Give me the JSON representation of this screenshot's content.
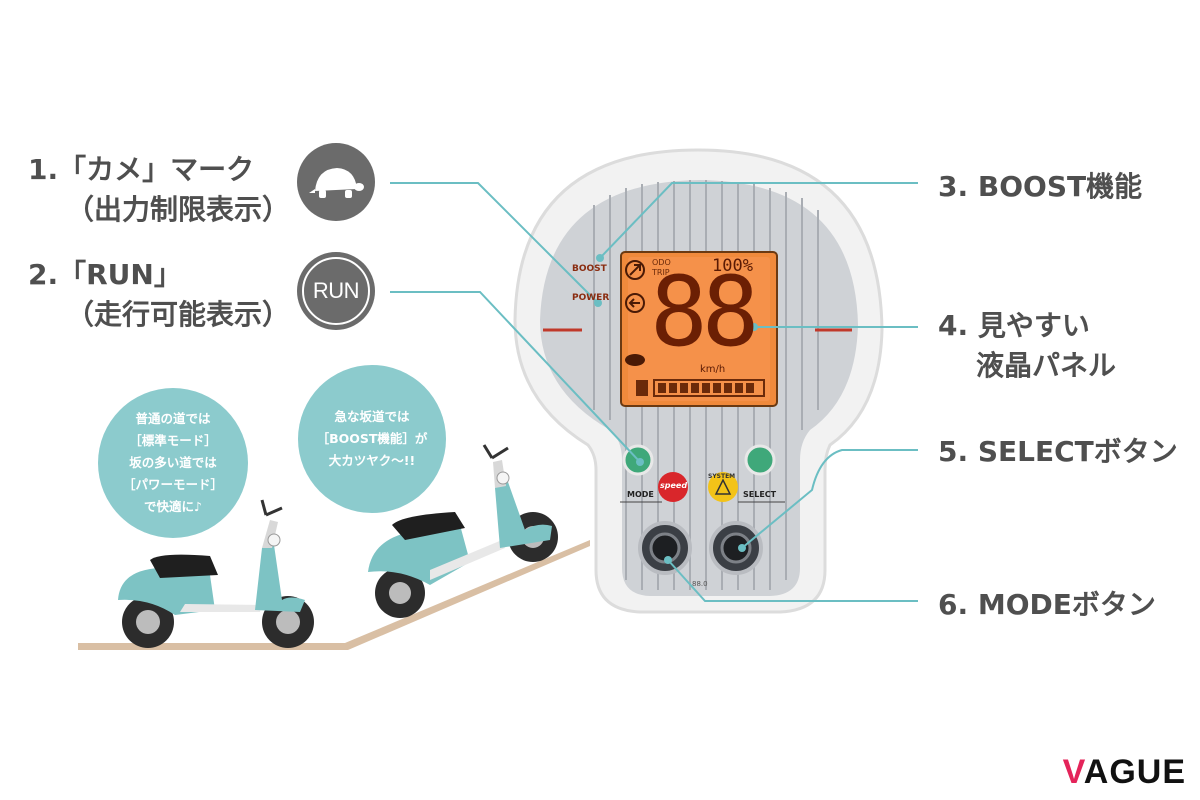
{
  "labels": {
    "item1": {
      "title": "1.「カメ」マーク",
      "sub": "（出力制限表示）"
    },
    "item2": {
      "title": "2.「RUN」",
      "sub": "（走行可能表示）"
    },
    "item3": {
      "title": "3. BOOST機能"
    },
    "item4": {
      "title": "4. 見やすい",
      "sub": "液晶パネル"
    },
    "item5": {
      "title": "5. SELECTボタン"
    },
    "item6": {
      "title": "6. MODEボタン"
    }
  },
  "icons": {
    "run_text": "RUN",
    "turtle": "turtle-icon"
  },
  "bubbles": {
    "left": [
      "普通の道では",
      "［標準モード］",
      "坂の多い道では",
      "［パワーモード］",
      "で快適に♪"
    ],
    "right": [
      "急な坂道では",
      "［BOOST機能］が",
      "大カツヤク〜!!"
    ]
  },
  "meter": {
    "boost": "BOOST",
    "power": "POWER",
    "odo": "ODO",
    "trip": "TRIP",
    "battery_pct": "100%",
    "speed": "88",
    "unit": "km/h",
    "mode": "MODE",
    "select": "SELECT",
    "speed_btn": "speed",
    "system": "SYSTEM",
    "model_num": "88.0"
  },
  "watermark": {
    "v": "V",
    "rest": "AGUE"
  },
  "colors": {
    "accent": "#8ccbcd",
    "connector": "#6bbec3",
    "lcd": "#f08a3c",
    "label": "#4f4f4f"
  }
}
